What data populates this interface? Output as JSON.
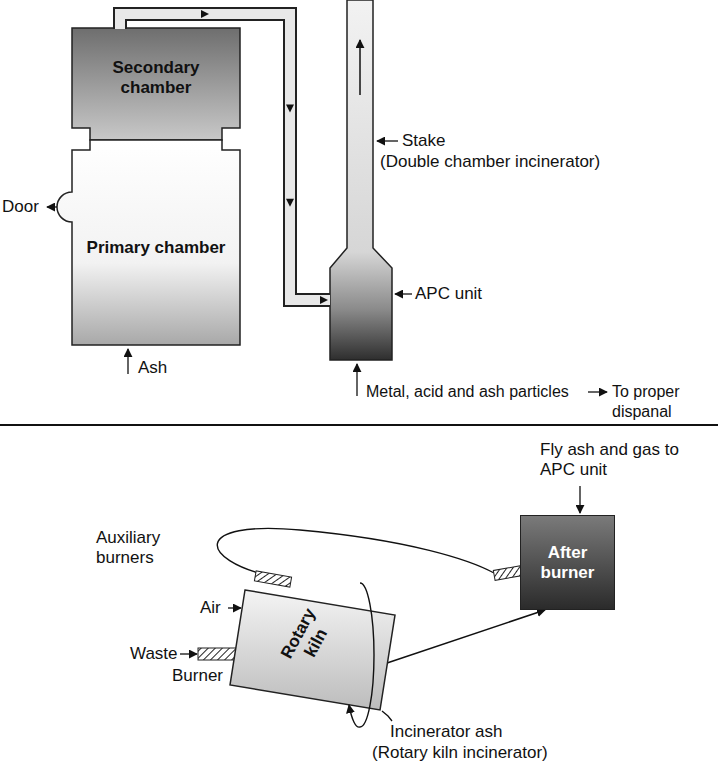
{
  "diagram": {
    "nodes": [
      {
        "text": [
          "Secondary chamber"
        ]
      },
      {
        "text": [
          "Primary chamber"
        ]
      },
      {
        "text": [
          "APC unit"
        ]
      },
      {
        "text": [
          "Rotary kiln"
        ]
      },
      {
        "text": [
          "After burner"
        ]
      }
    ],
    "edges": [
      {
        "from": 0,
        "to": 2,
        "arrow": "to"
      },
      {
        "from": 3,
        "to": 4,
        "arrow": "to"
      }
    ],
    "labels": [
      "Stake",
      "(Double chamber incinerator)",
      "Door",
      "Ash",
      "Metal, acid and ash particles",
      "To proper dispanal",
      "Fly ash and gas to APC unit",
      "Auxiliary burners",
      "Air",
      "Waste",
      "Burner",
      "Incinerator ash",
      "(Rotary kiln incinerator)"
    ]
  }
}
